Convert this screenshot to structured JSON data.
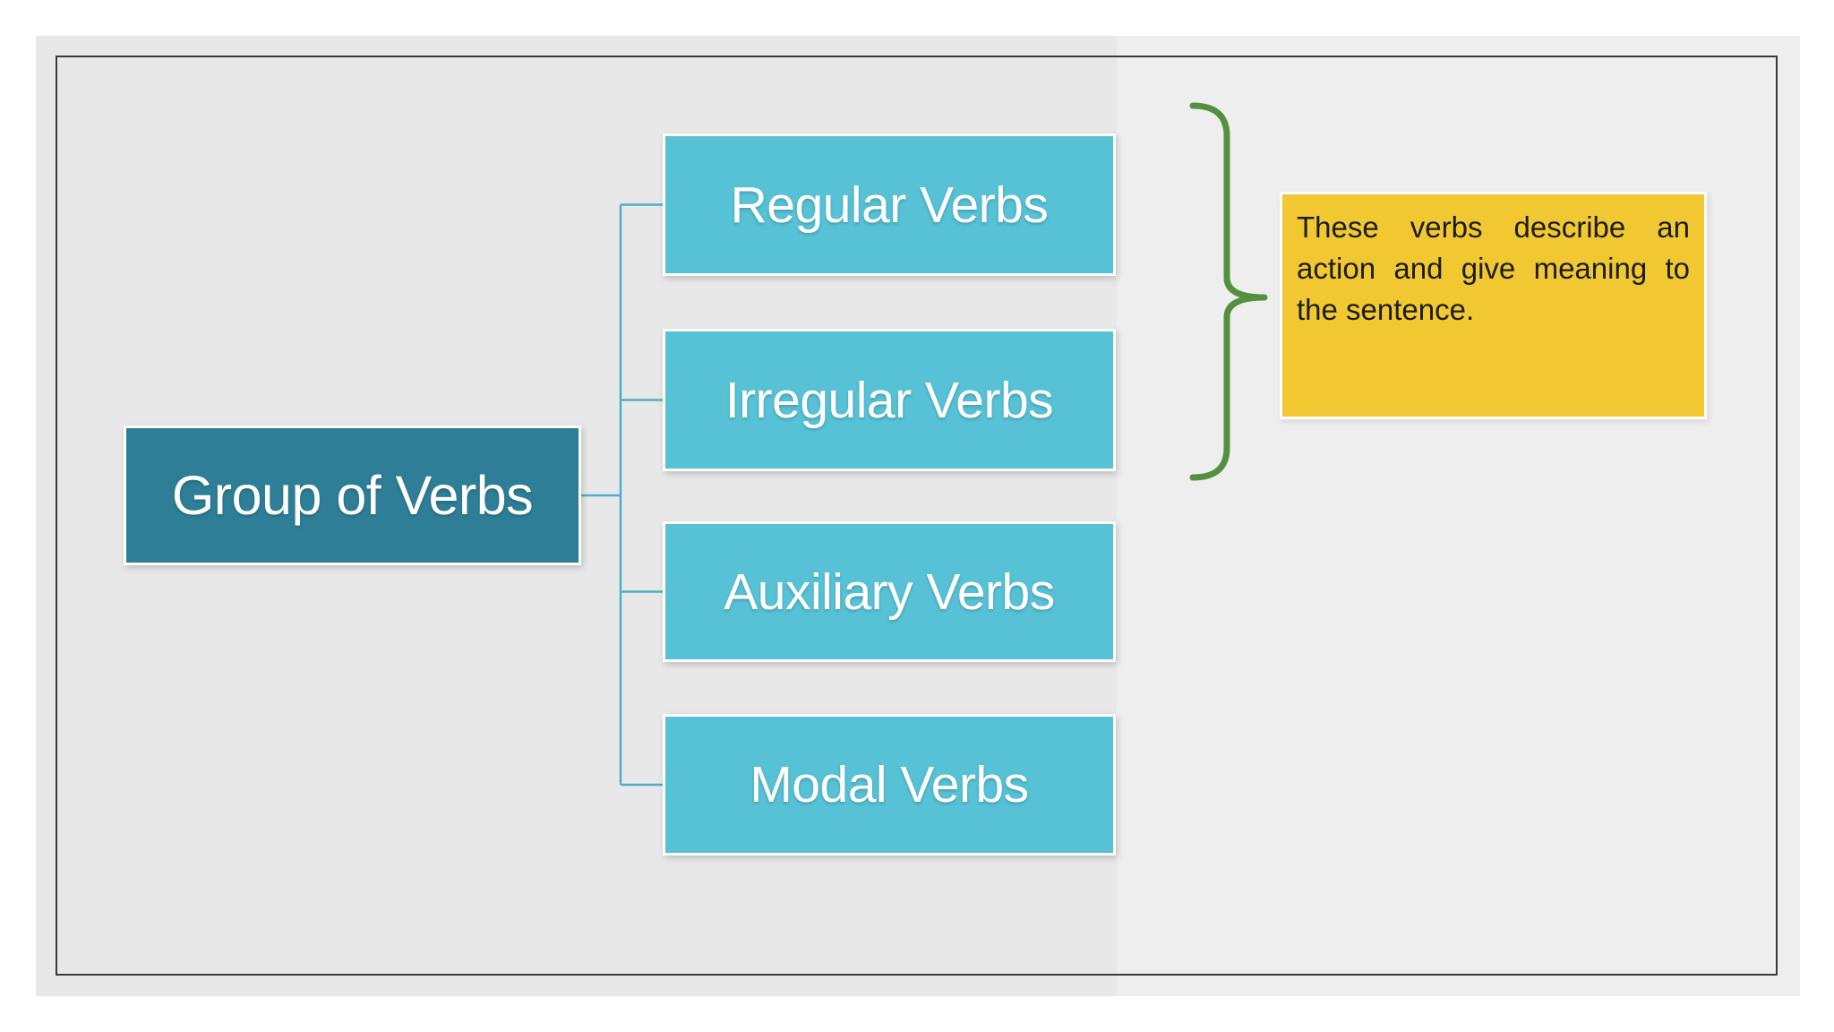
{
  "slide": {
    "background_color": "#e9e8e8",
    "page_color": "#ffffff",
    "frame_border_color": "#3a3a3a"
  },
  "diagram": {
    "root": {
      "label": "Group of Verbs",
      "fill_color": "#2e7e97",
      "text_color": "#ffffff"
    },
    "children": [
      {
        "label": "Regular Verbs"
      },
      {
        "label": "Irregular Verbs"
      },
      {
        "label": "Auxiliary Verbs"
      },
      {
        "label": "Modal Verbs"
      }
    ],
    "child_fill_color": "#57c1d5",
    "child_text_color": "#ffffff",
    "connector_color": "#4aafc7"
  },
  "annotation": {
    "brace_color": "#539140",
    "braced_items": [
      "Regular Verbs",
      "Irregular Verbs"
    ],
    "note_text": "These verbs describe an action and give meaning to the sentence.",
    "note_fill_color": "#f1c832",
    "note_text_color": "#1c1c1c"
  }
}
